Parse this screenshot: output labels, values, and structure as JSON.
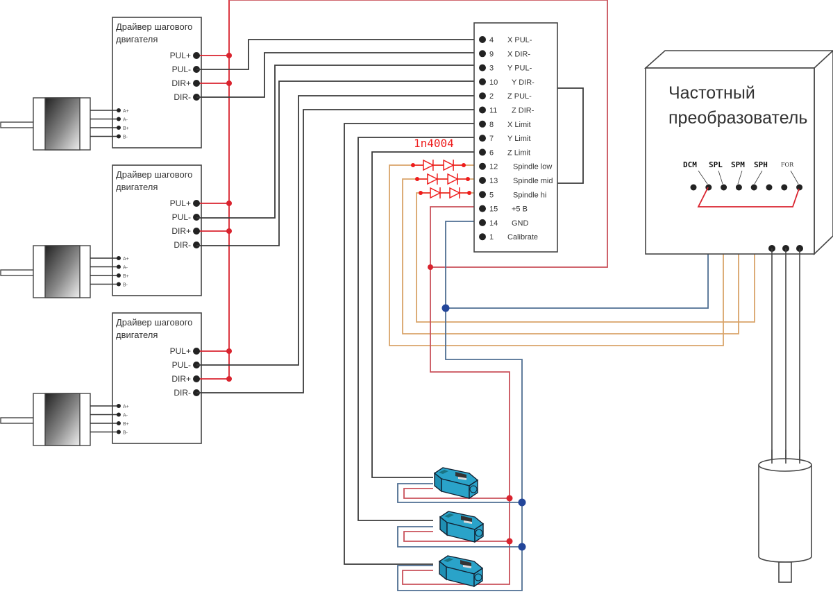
{
  "drivers": [
    {
      "title_line1": "Драйвер шагового",
      "title_line2": "двигателя",
      "pins": [
        "PUL+",
        "PUL-",
        "DIR+",
        "DIR-"
      ],
      "motor_pins": [
        "A+",
        "A-",
        "B+",
        "B-"
      ]
    },
    {
      "title_line1": "Драйвер шагового",
      "title_line2": "двигателя",
      "pins": [
        "PUL+",
        "PUL-",
        "DIR+",
        "DIR-"
      ],
      "motor_pins": [
        "A+",
        "A-",
        "B+",
        "B-"
      ]
    },
    {
      "title_line1": "Драйвер шагового",
      "title_line2": "двигателя",
      "pins": [
        "PUL+",
        "PUL-",
        "DIR+",
        "DIR-"
      ],
      "motor_pins": [
        "A+",
        "A-",
        "B+",
        "B-"
      ]
    }
  ],
  "breakout_board": {
    "pins": [
      {
        "num": "4",
        "name": "X PUL-"
      },
      {
        "num": "9",
        "name": "X DIR-"
      },
      {
        "num": "3",
        "name": "Y PUL-"
      },
      {
        "num": "10",
        "name": "Y DIR-"
      },
      {
        "num": "2",
        "name": "Z PUL-"
      },
      {
        "num": "11",
        "name": "Z DIR-"
      },
      {
        "num": "8",
        "name": "X Limit"
      },
      {
        "num": "7",
        "name": "Y Limit"
      },
      {
        "num": "6",
        "name": "Z Limit"
      },
      {
        "num": "12",
        "name": "Spindle low"
      },
      {
        "num": "13",
        "name": "Spindle mid"
      },
      {
        "num": "5",
        "name": "Spindle hi"
      },
      {
        "num": "15",
        "name": "+5 B"
      },
      {
        "num": "14",
        "name": "GND"
      },
      {
        "num": "1",
        "name": "Calibrate"
      }
    ]
  },
  "diodes": {
    "label": "1n4004",
    "count_per_line": 2,
    "lines": 3
  },
  "vfd": {
    "title_line1": "Частотный",
    "title_line2": "преобразователь",
    "terminals": [
      "DCM",
      "SPL",
      "SPM",
      "SPH",
      "FOR"
    ],
    "terminal_count": 8,
    "output_terminal_count": 3
  },
  "sensors": {
    "count": 3
  },
  "colors": {
    "signal": "#3a3a3a",
    "power_plus": "#d9232e",
    "spindle": "#d9a46a",
    "ground": "#4f6f92",
    "diode": "#ee1c1c",
    "sensor": "#2aa3c9",
    "junction_blue": "#23469a"
  }
}
